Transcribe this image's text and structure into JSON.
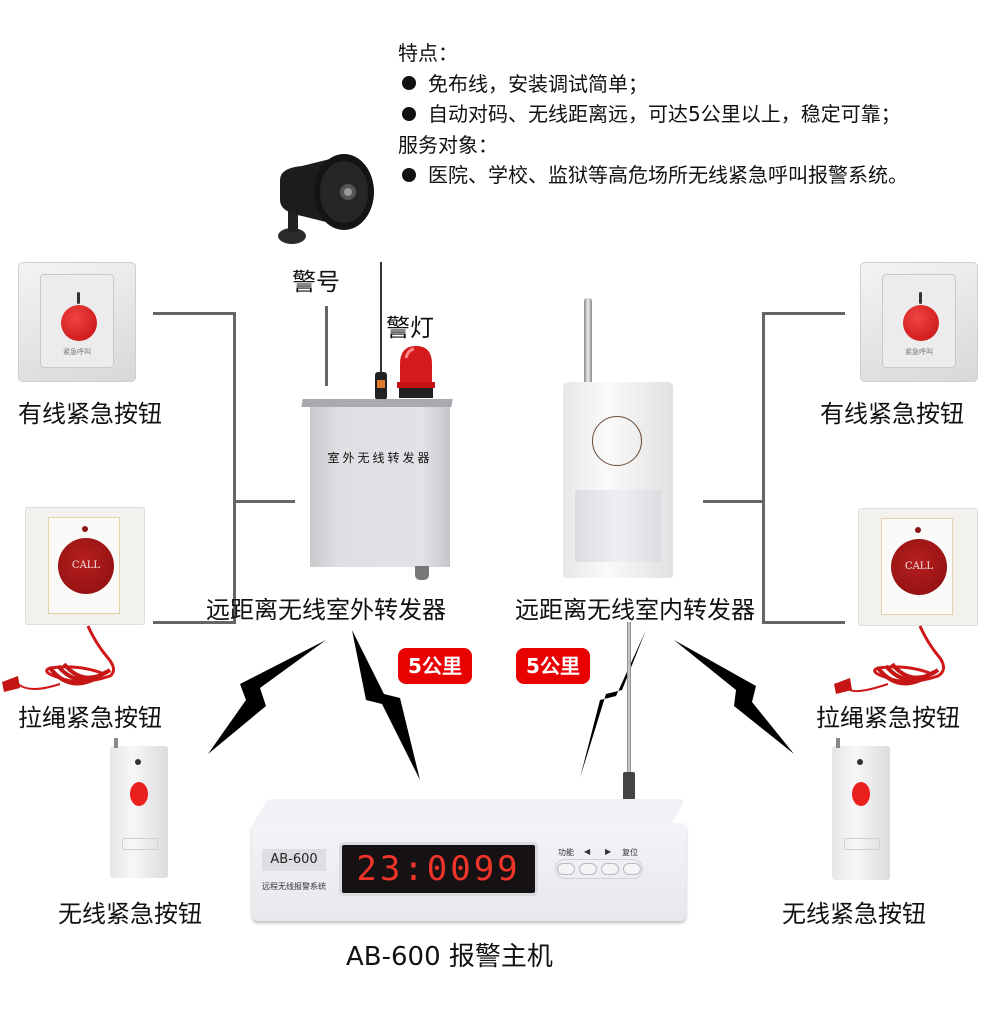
{
  "features": {
    "heading": "特点：",
    "items": [
      "免布线，安装调试简单；",
      "自动对码、无线距离远，可达5公里以上，稳定可靠；"
    ],
    "service_heading": "服务对象：",
    "service_items": [
      "医院、学校、监狱等高危场所无线紧急呼叫报警系统。"
    ]
  },
  "components": {
    "siren": "警号",
    "warning_light": "警灯",
    "wired_button": "有线紧急按钮",
    "wired_button_panel_text": "紧急呼叫",
    "pull_cord_button": "拉绳紧急按钮",
    "call_text": "CALL",
    "wireless_button": "无线紧急按钮",
    "outdoor_repeater": "远距离无线室外转发器",
    "outdoor_box_text": "室外无线转发器",
    "indoor_repeater": "远距离无线室内转发器",
    "host": "AB-600 报警主机"
  },
  "distance_badges": [
    "5公里",
    "5公里"
  ],
  "host_unit": {
    "model": "AB-600",
    "system_text": "远程无线报警系统",
    "display": "23:0099",
    "controls": [
      "功能",
      "◀",
      "▶",
      "复位"
    ]
  },
  "colors": {
    "badge": "#e90000",
    "connector_line": "#666666",
    "alarm_red": "#d41a1a",
    "display_digits": "#f0342a"
  }
}
